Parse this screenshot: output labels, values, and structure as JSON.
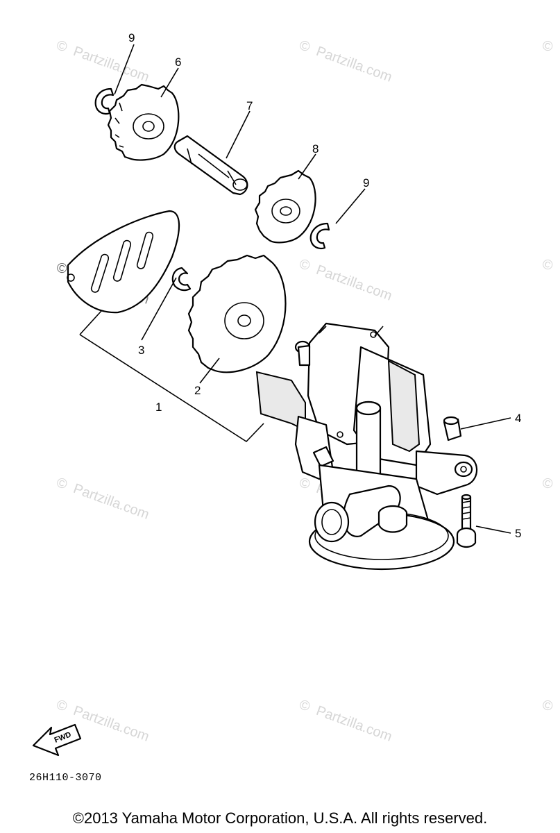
{
  "watermark": {
    "text": "Partzilla.com",
    "symbol": "©"
  },
  "callouts": {
    "c1": "1",
    "c2": "2",
    "c3": "3",
    "c4": "4",
    "c5": "5",
    "c6": "6",
    "c7": "7",
    "c8": "8",
    "c9a": "9",
    "c9b": "9"
  },
  "fwd_label": "FWD",
  "part_code": "26H110-3070",
  "copyright": "©2013  Yamaha Motor Corporation, U.S.A. All rights reserved."
}
